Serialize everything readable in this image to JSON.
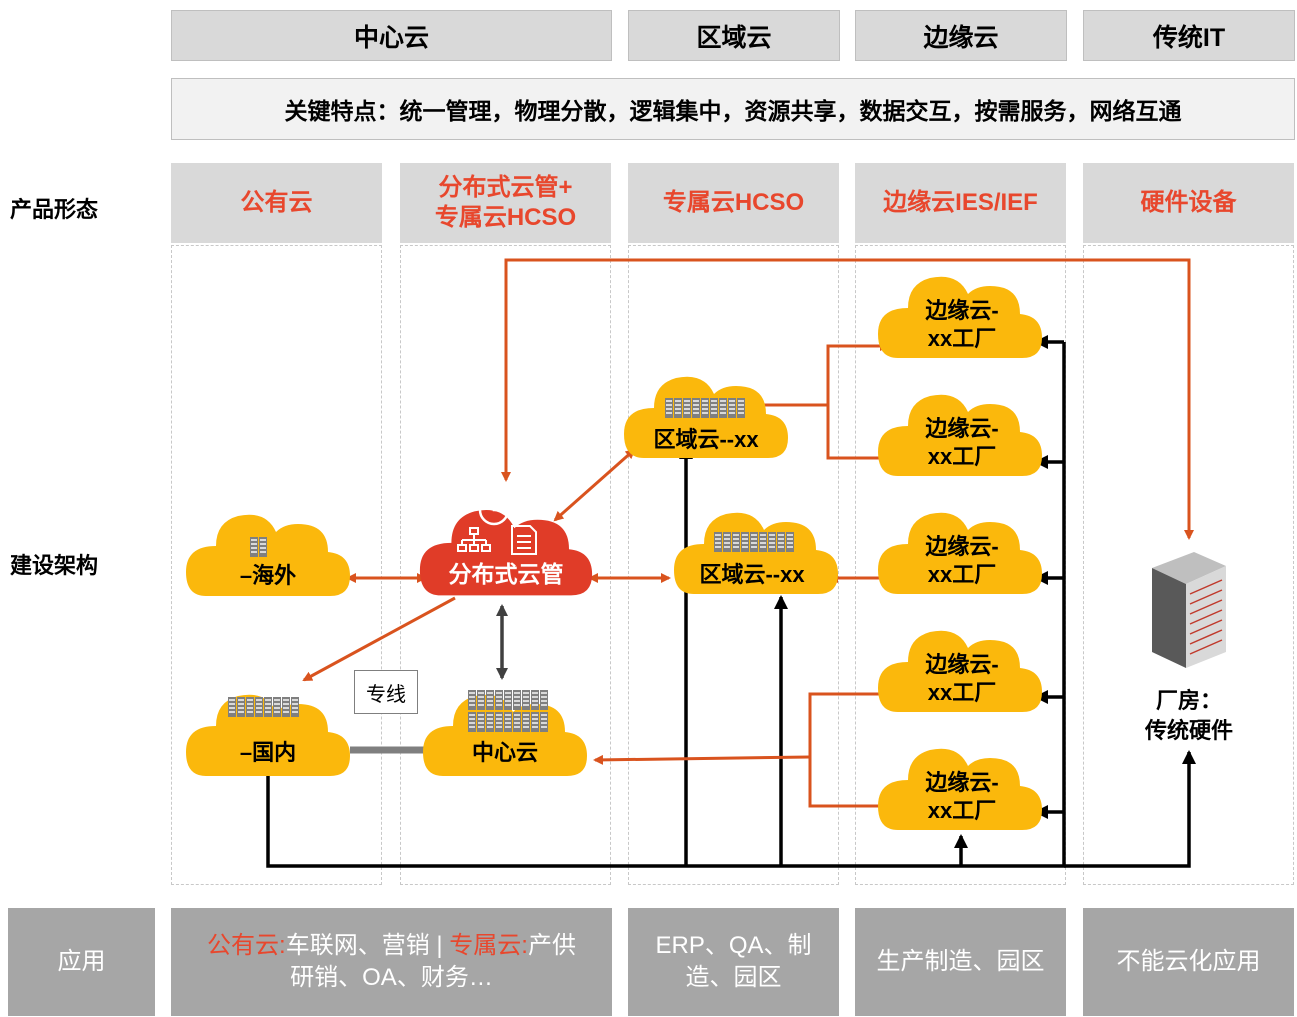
{
  "header": {
    "columns": [
      {
        "label": "中心云"
      },
      {
        "label": "区域云"
      },
      {
        "label": "边缘云"
      },
      {
        "label": "传统IT"
      }
    ],
    "features": "关键特点：统一管理，物理分散，逻辑集中，资源共享，数据交互，按需服务，网络互通"
  },
  "rows": {
    "product_label": "产品形态",
    "arch_label": "建设架构"
  },
  "products": [
    {
      "line1": "公有云",
      "line2": ""
    },
    {
      "line1": "分布式云管+",
      "line2": "专属云HCSO"
    },
    {
      "line1": "专属云HCSO",
      "line2": ""
    },
    {
      "line1": "边缘云IES/IEF",
      "line2": ""
    },
    {
      "line1": "硬件设备",
      "line2": ""
    }
  ],
  "nodes": {
    "overseas": "–海外",
    "domestic": "–国内",
    "dist_mgmt": "分布式云管",
    "center": "中心云",
    "region_a": "区域云--xx",
    "region_b": "区域云--xx",
    "edge_line1": "边缘云-",
    "edge_line2": "xx工厂",
    "factory_line1": "厂房：",
    "factory_line2": "传统硬件",
    "dedicated_line": "专线"
  },
  "apps": {
    "label": "应用",
    "public_prefix": "公有云:",
    "public_text": "车联网、营销 | ",
    "dedicated_prefix": "专属云:",
    "dedicated_text": "产供",
    "public_line2": "研销、OA、财务…",
    "regional_line1": "ERP、QA、制",
    "regional_line2": "造、园区",
    "edge": "生产制造、园区",
    "legacy": "不能云化应用"
  },
  "colors": {
    "cloud_yellow": "#fbb80c",
    "brand_red": "#e03c28",
    "arrow_orange": "#d9531e",
    "header_gray": "#d9d9d9",
    "app_gray": "#a6a6a6",
    "line_black": "#000000"
  },
  "icons": [
    "server-rack-icon",
    "org-chart-icon",
    "document-icon",
    "pie-chart-icon",
    "hardware-cabinet-icon"
  ]
}
